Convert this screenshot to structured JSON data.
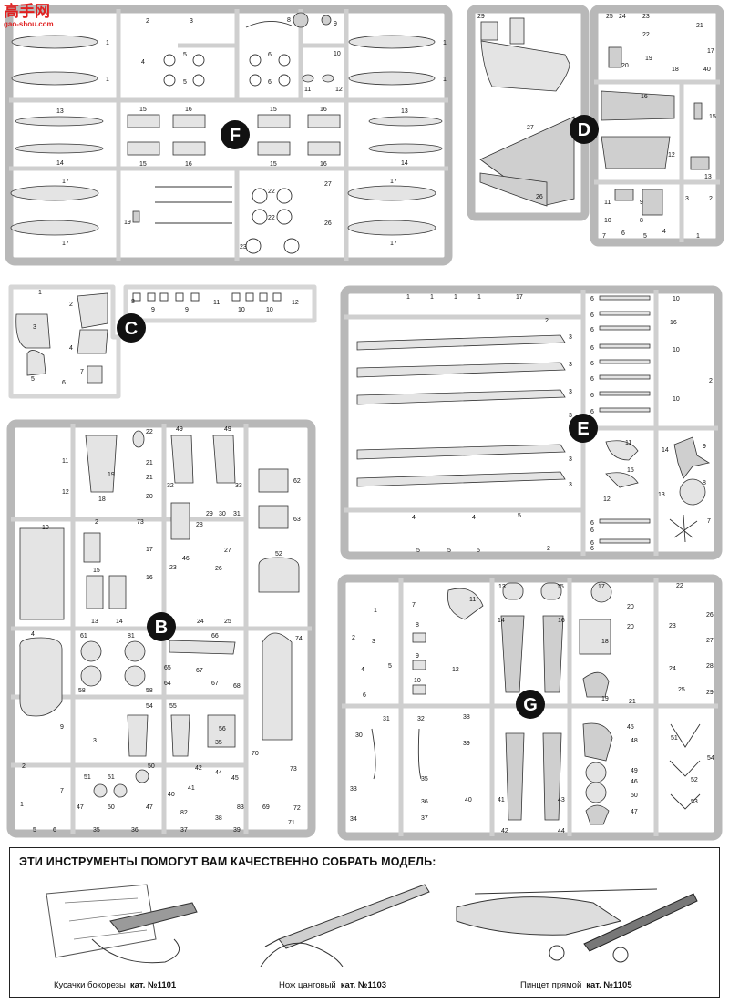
{
  "watermark": {
    "chars": "高手网",
    "site": "gao-shou.com"
  },
  "sprues": [
    {
      "id": "F",
      "label": "F"
    },
    {
      "id": "D",
      "label": "D"
    },
    {
      "id": "C",
      "label": "C"
    },
    {
      "id": "E",
      "label": "E"
    },
    {
      "id": "B",
      "label": "B"
    },
    {
      "id": "G",
      "label": "G"
    }
  ],
  "part_labels": {
    "F": [
      "1",
      "1",
      "2",
      "3",
      "4",
      "5",
      "5",
      "6",
      "6",
      "8",
      "9",
      "10",
      "11",
      "12",
      "1",
      "1",
      "13",
      "15",
      "16",
      "15",
      "16",
      "13",
      "14",
      "15",
      "16",
      "15",
      "16",
      "14",
      "17",
      "17",
      "19",
      "22",
      "22",
      "27",
      "26",
      "23",
      "17",
      "17"
    ],
    "D": [
      "29",
      "25",
      "24",
      "23",
      "22",
      "21",
      "17",
      "20",
      "19",
      "18",
      "40",
      "16",
      "15",
      "27",
      "12",
      "13",
      "26",
      "11",
      "9",
      "10",
      "8",
      "3",
      "2",
      "7",
      "6",
      "5",
      "4",
      "1"
    ],
    "C": [
      "1",
      "2",
      "3",
      "4",
      "5",
      "6",
      "7",
      "8",
      "9",
      "9",
      "11",
      "10",
      "10",
      "12"
    ],
    "E": [
      "1",
      "1",
      "1",
      "1",
      "2",
      "17",
      "3",
      "3",
      "3",
      "3",
      "3",
      "3",
      "6",
      "6",
      "6",
      "6",
      "6",
      "6",
      "6",
      "6",
      "6",
      "6",
      "10",
      "16",
      "10",
      "10",
      "2",
      "14",
      "11",
      "9",
      "15",
      "12",
      "13",
      "8",
      "4",
      "4",
      "5",
      "5",
      "5",
      "5",
      "2",
      "6",
      "6",
      "7"
    ],
    "B": [
      "11",
      "12",
      "10",
      "19",
      "22",
      "21",
      "21",
      "18",
      "20",
      "2",
      "73",
      "17",
      "16",
      "15",
      "13",
      "14",
      "49",
      "49",
      "32",
      "33",
      "62",
      "63",
      "28",
      "29",
      "30",
      "31",
      "27",
      "52",
      "23",
      "46",
      "26",
      "24",
      "25",
      "4",
      "61",
      "81",
      "58",
      "58",
      "66",
      "65",
      "64",
      "67",
      "67",
      "68",
      "74",
      "54",
      "55",
      "56",
      "35",
      "9",
      "3",
      "51",
      "51",
      "50",
      "47",
      "50",
      "47",
      "42",
      "44",
      "45",
      "41",
      "40",
      "82",
      "83",
      "38",
      "39",
      "70",
      "73",
      "69",
      "72",
      "71",
      "37",
      "36",
      "35",
      "5",
      "6",
      "2",
      "1",
      "7"
    ],
    "G": [
      "1",
      "7",
      "8",
      "11",
      "13",
      "15",
      "17",
      "22",
      "20",
      "20",
      "23",
      "26",
      "2",
      "3",
      "4",
      "5",
      "6",
      "9",
      "10",
      "12",
      "14",
      "16",
      "18",
      "24",
      "25",
      "27",
      "28",
      "29",
      "19",
      "21",
      "30",
      "31",
      "32",
      "38",
      "39",
      "45",
      "48",
      "46",
      "51",
      "52",
      "53",
      "54",
      "33",
      "34",
      "35",
      "36",
      "37",
      "40",
      "41",
      "43",
      "42",
      "44",
      "47",
      "49",
      "50"
    ]
  },
  "tools": {
    "title": "ЭТИ ИНСТРУМЕНТЫ ПОМОГУТ ВАМ КАЧЕСТВЕННО СОБРАТЬ МОДЕЛЬ:",
    "items": [
      {
        "name": "Кусачки бокорезы",
        "cat": "кат. №1101"
      },
      {
        "name": "Нож цанговый",
        "cat": "кат. №1103"
      },
      {
        "name": "Пинцет прямой",
        "cat": "кат. №1105"
      }
    ]
  }
}
